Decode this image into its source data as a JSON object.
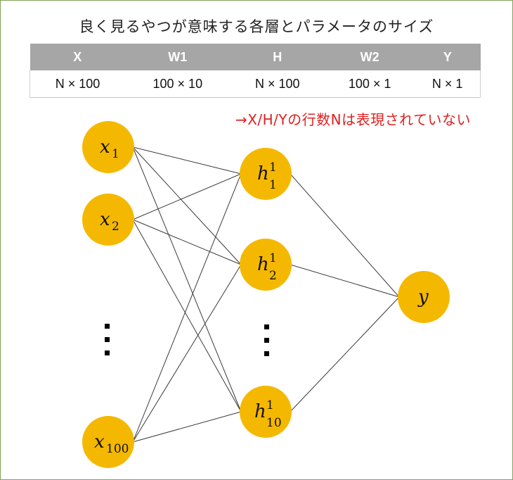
{
  "title": "良く見るやつが意味する各層とパラメータのサイズ",
  "table": {
    "headers": [
      "X",
      "W1",
      "H",
      "W2",
      "Y"
    ],
    "row": [
      "N × 100",
      "100 × 10",
      "N × 100",
      "100 × 1",
      "N × 1"
    ]
  },
  "note": "→X/H/Yの行数Nは表現されていない",
  "network": {
    "inputs": [
      {
        "base": "x",
        "sub": "1",
        "sup": ""
      },
      {
        "base": "x",
        "sub": "2",
        "sup": ""
      },
      {
        "base": "x",
        "sub": "100",
        "sup": ""
      }
    ],
    "hidden": [
      {
        "base": "h",
        "sub": "1",
        "sup": "1"
      },
      {
        "base": "h",
        "sub": "2",
        "sup": "1"
      },
      {
        "base": "h",
        "sub": "10",
        "sup": "1"
      }
    ],
    "output": {
      "base": "y",
      "sub": "",
      "sup": ""
    },
    "colors": {
      "node": "#f5b800",
      "edge": "#3a3a3a",
      "note": "#e02020",
      "header_bg": "#a6a6a6",
      "frame": "#7fa35a"
    }
  }
}
